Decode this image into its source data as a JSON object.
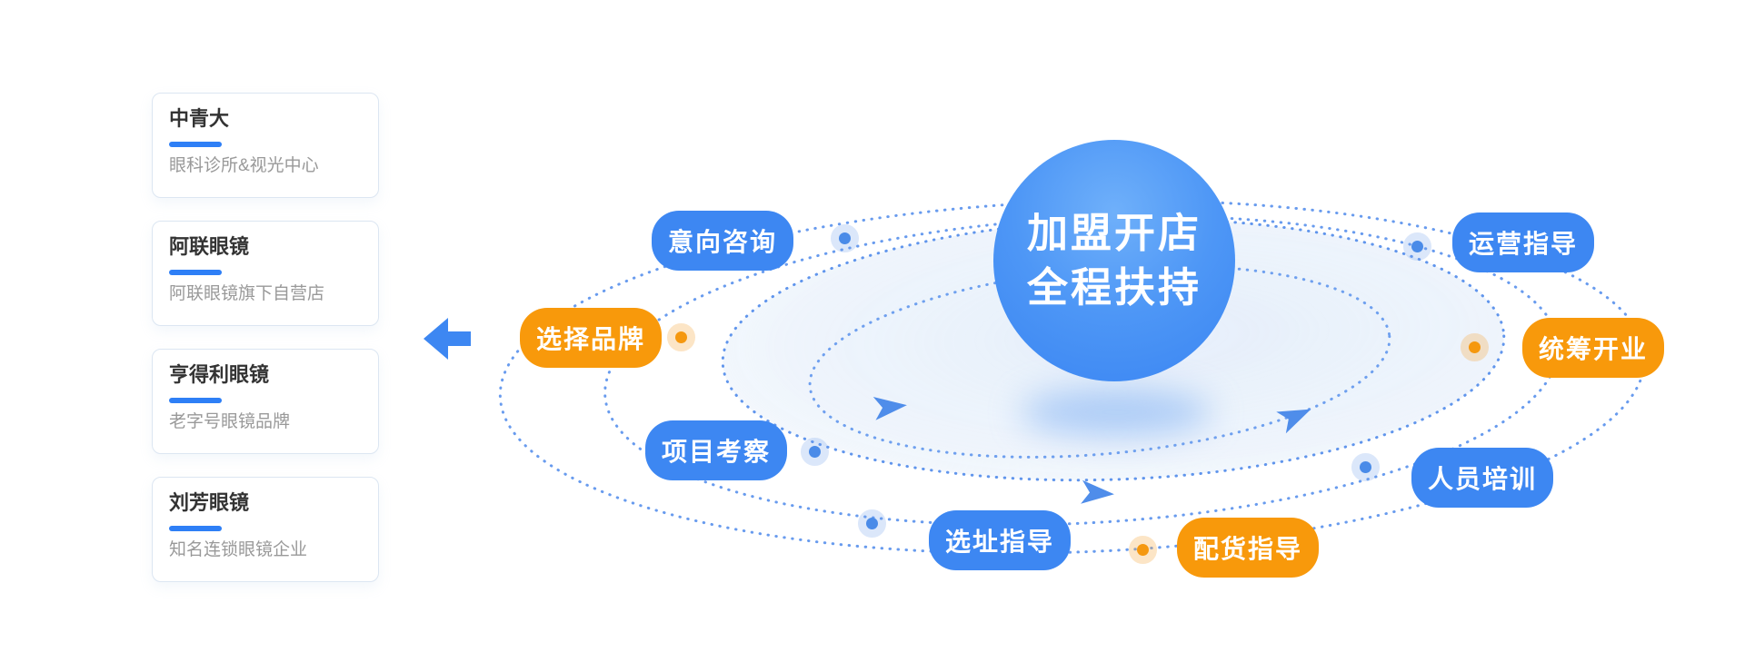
{
  "colors": {
    "blue": "#3D87F2",
    "orange": "#F8990B",
    "line": "#5890EC",
    "arrow": "#4F8DEA",
    "card_bar": "#2E7FF6",
    "card_border": "#DCE6F2",
    "title": "#333333",
    "subtitle": "#999999"
  },
  "brand_cards": [
    {
      "title": "中青大",
      "subtitle": "眼科诊所&视光中心"
    },
    {
      "title": "阿联眼镜",
      "subtitle": "阿联眼镜旗下自营店"
    },
    {
      "title": "亨得利眼镜",
      "subtitle": "老字号眼镜品牌"
    },
    {
      "title": "刘芳眼镜",
      "subtitle": "知名连锁眼镜企业"
    }
  ],
  "flow_arrow": {
    "direction": "left"
  },
  "center_sphere": {
    "line1": "加盟开店",
    "line2": "全程扶持"
  },
  "orbit_steps": [
    {
      "label": "意向咨询",
      "color": "blue"
    },
    {
      "label": "选择品牌",
      "color": "orange"
    },
    {
      "label": "项目考察",
      "color": "blue"
    },
    {
      "label": "选址指导",
      "color": "blue"
    },
    {
      "label": "配货指导",
      "color": "orange"
    },
    {
      "label": "人员培训",
      "color": "blue"
    },
    {
      "label": "统筹开业",
      "color": "orange"
    },
    {
      "label": "运营指导",
      "color": "blue"
    }
  ]
}
